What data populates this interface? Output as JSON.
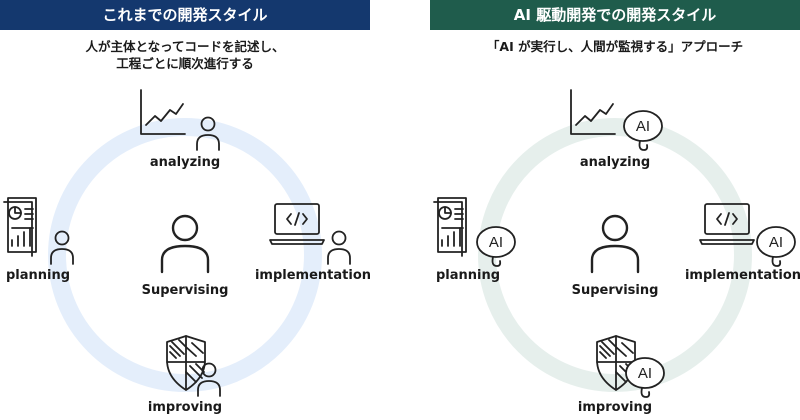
{
  "traditional": {
    "title": "これまでの開発スタイル",
    "description_lines": [
      "人が主体となってコードを記述し、",
      "工程ごとに順次進行する"
    ],
    "labels": {
      "analyzing": "analyzing",
      "planning": "planning",
      "implementation": "implementation",
      "improving": "improving",
      "center": "Supervising"
    },
    "ring_color": "#e4eefb"
  },
  "ai_driven": {
    "title": "AI 駆動開発での開発スタイル",
    "description_lines": [
      "「AI が実行し、人間が監視する」アプローチ"
    ],
    "labels": {
      "analyzing": "analyzing",
      "planning": "planning",
      "implementation": "implementation",
      "improving": "improving",
      "center": "Supervising"
    },
    "ai_badge": "AI",
    "ring_color": "#e6efec"
  },
  "colors": {
    "header_traditional": "#14386e",
    "header_ai": "#1f5c4c",
    "stroke": "#222222"
  }
}
